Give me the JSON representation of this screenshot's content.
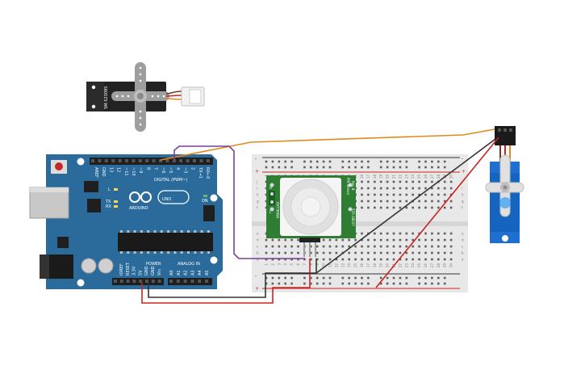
{
  "colors": {
    "arduino_board": "#2a6b9c",
    "breadboard": "#e8e8e8",
    "pir_board": "#2e7d32",
    "servo_body": "#1565c0",
    "servo_black": "#222222",
    "wire_orange": "#e08a1e",
    "wire_purple": "#7b3f99",
    "wire_red": "#cc2222",
    "wire_black": "#333333"
  },
  "arduino": {
    "logo_text": "ARDUINO",
    "model": "UNO",
    "digital_header_label": "DIGITAL (PWM~)",
    "analog_label": "ANALOG IN",
    "power_label": "POWER",
    "on_label": "ON",
    "tx_label": "TX",
    "rx_label": "RX",
    "l_label": "L",
    "digital_pins": [
      "AREF",
      "GND",
      "13",
      "12",
      "~11",
      "~10",
      "~9",
      "8",
      "7",
      "~6",
      "~5",
      "4",
      "~3",
      "2",
      "TX→1",
      "RX←0"
    ],
    "power_pins": [
      "IOREF",
      "RESET",
      "3.3V",
      "5V",
      "GND",
      "GND",
      "Vin"
    ],
    "analog_pins": [
      "A0",
      "A1",
      "A2",
      "A3",
      "A4",
      "A5"
    ]
  },
  "pir": {
    "label_top": "PIR Sensor",
    "label_rev": "Rev B",
    "label_part": "555-28027",
    "label_brand": "PARALLAX",
    "label_h": "H",
    "label_l": "L"
  },
  "servo_loose": {
    "model": "SM-S2309S"
  },
  "breadboard": {
    "row_letters_top": [
      "j",
      "i",
      "h",
      "g",
      "f"
    ],
    "row_letters_bottom": [
      "e",
      "d",
      "c",
      "b",
      "a"
    ],
    "column_numbers": [
      "1",
      "2",
      "3",
      "4",
      "5",
      "6",
      "7",
      "8",
      "9",
      "10",
      "11",
      "12",
      "13",
      "14",
      "15",
      "16",
      "17",
      "18",
      "19",
      "20",
      "21",
      "22",
      "23",
      "24",
      "25",
      "26",
      "27",
      "28",
      "29",
      "30"
    ],
    "plus": "+",
    "minus": "-"
  }
}
